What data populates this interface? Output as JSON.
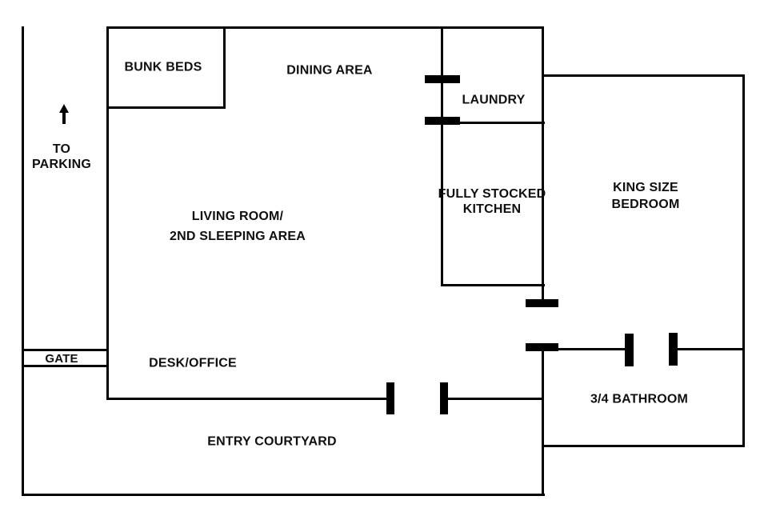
{
  "page": {
    "background": "#ffffff"
  },
  "colors": {
    "wall": "#000000",
    "text": "#0f0f0f"
  },
  "icons": {
    "arrow_direction": "up"
  },
  "labels": {
    "bunk_beds": "BUNK BEDS",
    "dining_area": "DINING AREA",
    "laundry": "LAUNDRY",
    "kitchen_line1": "FULLY STOCKED",
    "kitchen_line2": "KITCHEN",
    "king_bedroom_line1": "KING SIZE",
    "king_bedroom_line2": "BEDROOM",
    "living_line1": "LIVING ROOM/",
    "living_line2": "2ND SLEEPING AREA",
    "desk_office": "DESK/OFFICE",
    "bathroom": "3/4 BATHROOM",
    "entry_courtyard": "ENTRY COURTYARD",
    "gate": "GATE",
    "parking_line1": "TO",
    "parking_line2": "PARKING"
  }
}
